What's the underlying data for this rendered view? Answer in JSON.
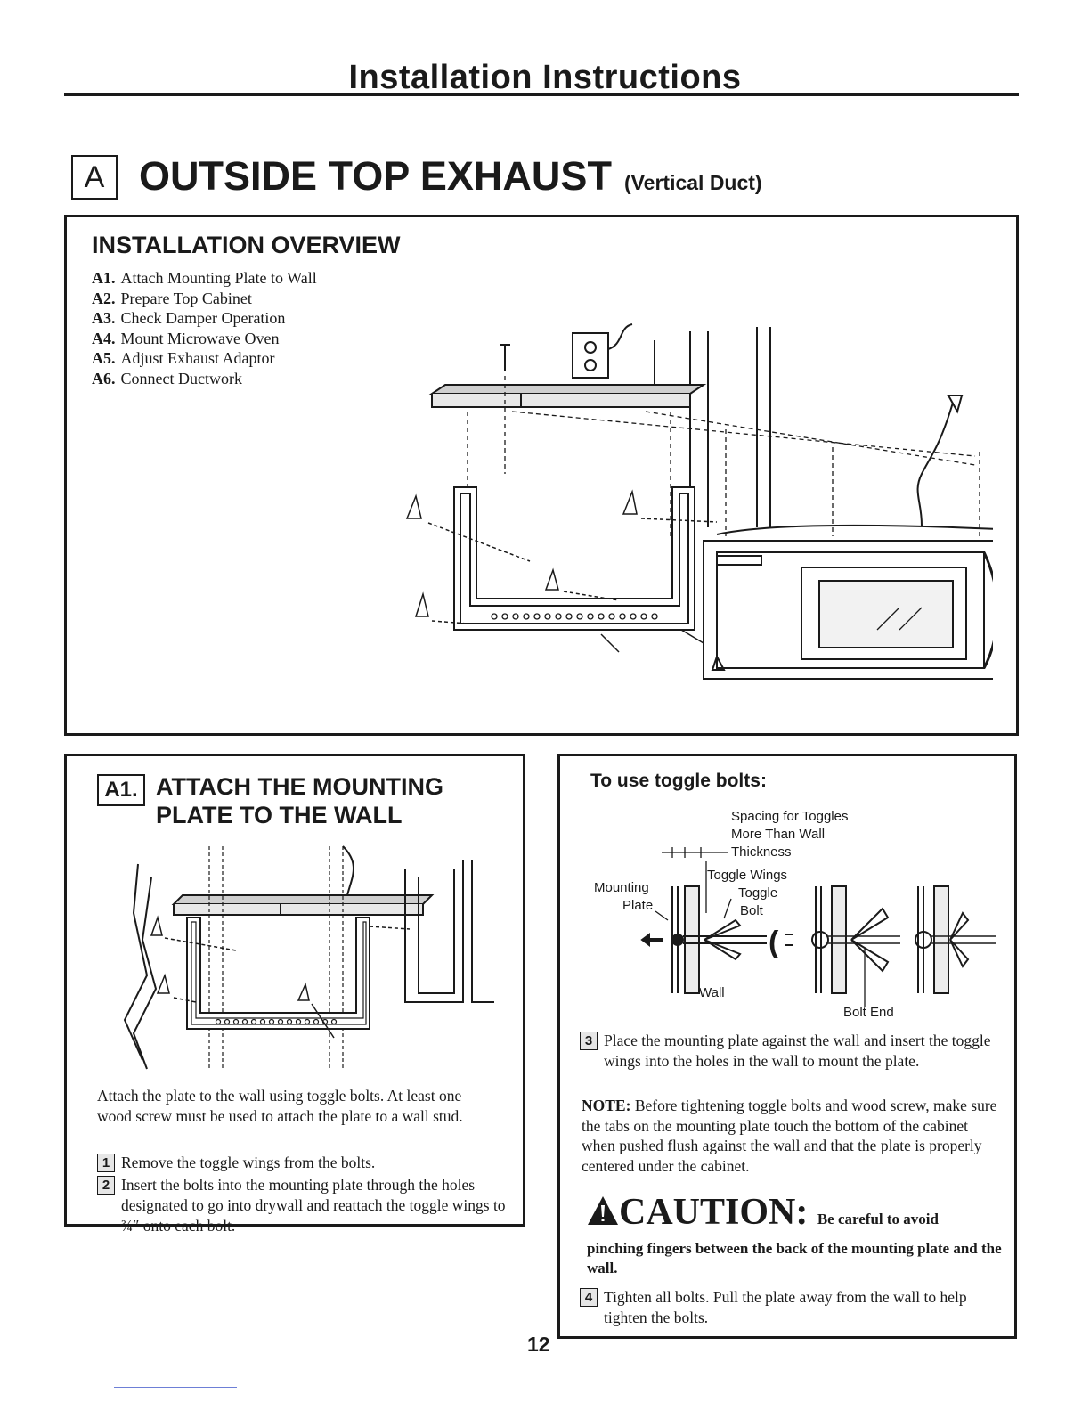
{
  "header": {
    "title": "Installation Instructions"
  },
  "section": {
    "letter": "A",
    "title": "OUTSIDE TOP EXHAUST",
    "subtitle": "(Vertical Duct)"
  },
  "overview": {
    "heading": "INSTALLATION OVERVIEW",
    "items": [
      {
        "code": "A1.",
        "text": "Attach Mounting Plate to Wall"
      },
      {
        "code": "A2.",
        "text": "Prepare Top Cabinet"
      },
      {
        "code": "A3.",
        "text": "Check Damper Operation"
      },
      {
        "code": "A4.",
        "text": "Mount Microwave Oven"
      },
      {
        "code": "A5.",
        "text": "Adjust Exhaust Adaptor"
      },
      {
        "code": "A6.",
        "text": "Connect Ductwork"
      }
    ]
  },
  "a1": {
    "code": "A1.",
    "title": "ATTACH THE MOUNTING PLATE TO THE WALL",
    "intro": "Attach the plate to the wall using toggle bolts. At least one wood screw must be used to attach the plate to a wall stud.",
    "steps": [
      {
        "num": "1",
        "text": "Remove the toggle wings from the bolts."
      },
      {
        "num": "2",
        "text": "Insert the bolts into the mounting plate through the holes designated to go into drywall and reattach the toggle wings to ¾″ onto each bolt."
      }
    ]
  },
  "toggle": {
    "heading": "To use toggle bolts:",
    "labels": {
      "spacing": "Spacing for Toggles",
      "more_than_wall": "More Than Wall",
      "thickness": "Thickness",
      "toggle_wings": "Toggle Wings",
      "mounting": "Mounting",
      "plate": "Plate",
      "toggle": "Toggle",
      "bolt": "Bolt",
      "wall": "Wall",
      "bolt_end": "Bolt End"
    },
    "step3": {
      "num": "3",
      "text": "Place the mounting plate against the wall and insert the toggle wings into the holes in the wall to mount the plate."
    },
    "note": {
      "label": "NOTE:",
      "text": "Before tightening toggle bolts and wood screw, make sure the tabs on the mounting plate touch the bottom of the cabinet when pushed flush against the wall and that the plate is properly centered under the cabinet."
    },
    "caution": {
      "word": "CAUTION:",
      "lead": "Be careful to avoid",
      "text": "pinching fingers between the back of the mounting plate and the wall."
    },
    "step4": {
      "num": "4",
      "text": "Tighten all bolts. Pull the plate away from the wall to help tighten the bolts."
    }
  },
  "page": {
    "number": "12"
  }
}
